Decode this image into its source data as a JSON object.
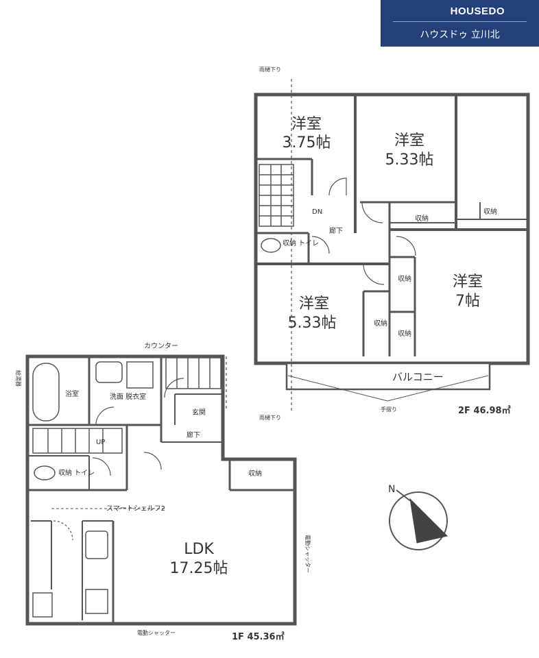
{
  "brand": {
    "logo_text": "HOUSEDO",
    "shop_name": "ハウスドゥ 立川北"
  },
  "floor2": {
    "area_label": "2F 46.98㎡",
    "rooms": [
      {
        "name": "洋室",
        "size": "3.75帖"
      },
      {
        "name": "洋室",
        "size": "5.33帖"
      },
      {
        "name": "洋室",
        "size": "5.33帖"
      },
      {
        "name": "洋室",
        "size": "7帖"
      }
    ],
    "labels": {
      "balcony": "バルコニー",
      "hallway": "廊下",
      "toilet": "収納 トイレ",
      "storage_a": "収納",
      "storage_b": "収納",
      "storage_c": "収納",
      "storage_d": "収納",
      "storage_e": "収納",
      "down": "DN",
      "rain_top": "雨樋下り",
      "rain_bottom": "雨樋下り",
      "handrail": "手摺り"
    }
  },
  "floor1": {
    "area_label": "1F 45.36㎡",
    "ldk_name": "LDK",
    "ldk_size": "17.25帖",
    "labels": {
      "bath": "浴室",
      "washroom": "洗面 脱衣室",
      "counter": "カウンター",
      "entrance": "玄関",
      "hallway": "廊下",
      "toilet": "収納 トイレ",
      "storage": "収納",
      "smart_shelf": "スマートシェルフ2",
      "up": "UP",
      "shutter_bottom": "電動シャッター",
      "shutter_right": "電動シャッター",
      "water_heater": "給湯器"
    }
  },
  "colors": {
    "wall": "#555555",
    "line": "#777777",
    "brand_bg": "#24407a"
  }
}
